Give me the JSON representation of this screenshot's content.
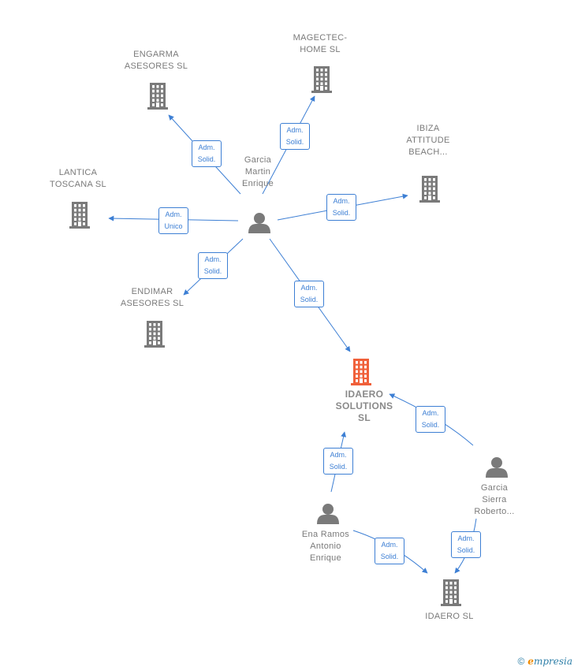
{
  "colors": {
    "edge": "#3d7fd4",
    "building": "#7a7a7a",
    "highlight": "#f0603a",
    "person": "#7a7a7a"
  },
  "nodes": [
    {
      "id": "engarma",
      "label": "ENGARMA\nASESORES  SL",
      "icon": "building-icon"
    },
    {
      "id": "magectec",
      "label": "MAGECTEC-\nHOME  SL",
      "icon": "building-icon"
    },
    {
      "id": "ibiza",
      "label": "IBIZA\nATTITUDE\nBEACH...",
      "icon": "building-icon"
    },
    {
      "id": "lantica",
      "label": "LANTICA\nTOSCANA  SL",
      "icon": "building-icon"
    },
    {
      "id": "endimar",
      "label": "ENDIMAR\nASESORES SL",
      "icon": "building-icon"
    },
    {
      "id": "garcia_martin",
      "label": "Garcia\nMartin\nEnrique",
      "icon": "person-icon"
    },
    {
      "id": "idaero_solutions",
      "label": "IDAERO\nSOLUTIONS\nSL",
      "icon": "building-icon",
      "highlight": true
    },
    {
      "id": "garcia_sierra",
      "label": "Garcia\nSierra\nRoberto...",
      "icon": "person-icon"
    },
    {
      "id": "ena_ramos",
      "label": "Ena Ramos\nAntonio\nEnrique",
      "icon": "person-icon"
    },
    {
      "id": "idaero_sl",
      "label": "IDAERO SL",
      "icon": "building-icon"
    }
  ],
  "edges": [
    {
      "from": "garcia_martin",
      "to": "engarma",
      "label": "Adm.\nSolid."
    },
    {
      "from": "garcia_martin",
      "to": "magectec",
      "label": "Adm.\nSolid."
    },
    {
      "from": "garcia_martin",
      "to": "ibiza",
      "label": "Adm.\nSolid."
    },
    {
      "from": "garcia_martin",
      "to": "lantica",
      "label": "Adm.\nUnico"
    },
    {
      "from": "garcia_martin",
      "to": "endimar",
      "label": "Adm.\nSolid."
    },
    {
      "from": "garcia_martin",
      "to": "idaero_solutions",
      "label": "Adm.\nSolid."
    },
    {
      "from": "garcia_sierra",
      "to": "idaero_solutions",
      "label": "Adm.\nSolid."
    },
    {
      "from": "ena_ramos",
      "to": "idaero_solutions",
      "label": "Adm.\nSolid."
    },
    {
      "from": "ena_ramos",
      "to": "idaero_sl",
      "label": "Adm.\nSolid."
    },
    {
      "from": "garcia_sierra",
      "to": "idaero_sl",
      "label": "Adm.\nSolid."
    }
  ],
  "footer": {
    "copyright": "©",
    "brand_initial": "e",
    "brand_rest": "mpresia"
  }
}
